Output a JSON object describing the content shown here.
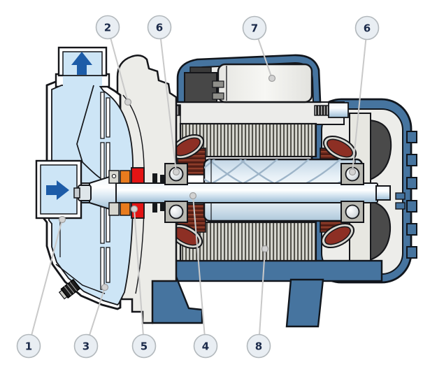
{
  "diagram": {
    "type": "centrifugal-pump-cutaway",
    "callouts": {
      "c1": "1",
      "c2": "2",
      "c3": "3",
      "c4": "4",
      "c5": "5",
      "c6a": "6",
      "c6b": "6",
      "c7": "7",
      "c8": "8"
    },
    "icons": {
      "outlet_flow": "arrow-up",
      "inlet_flow": "arrow-right"
    },
    "colors": {
      "water": "#cde5f6",
      "frame_blue": "#46749f",
      "arrow_blue": "#1d5ca8",
      "winding_maroon": "#8d2f24",
      "seal_red": "#e31414",
      "seal_orange": "#e87b1e",
      "metal_gray": "#ecece8",
      "fan_gray": "#4a4a4a",
      "callout_fill": "#e9eef3",
      "callout_text": "#1b2a4a",
      "leader_gray": "#c9c9c9"
    }
  }
}
